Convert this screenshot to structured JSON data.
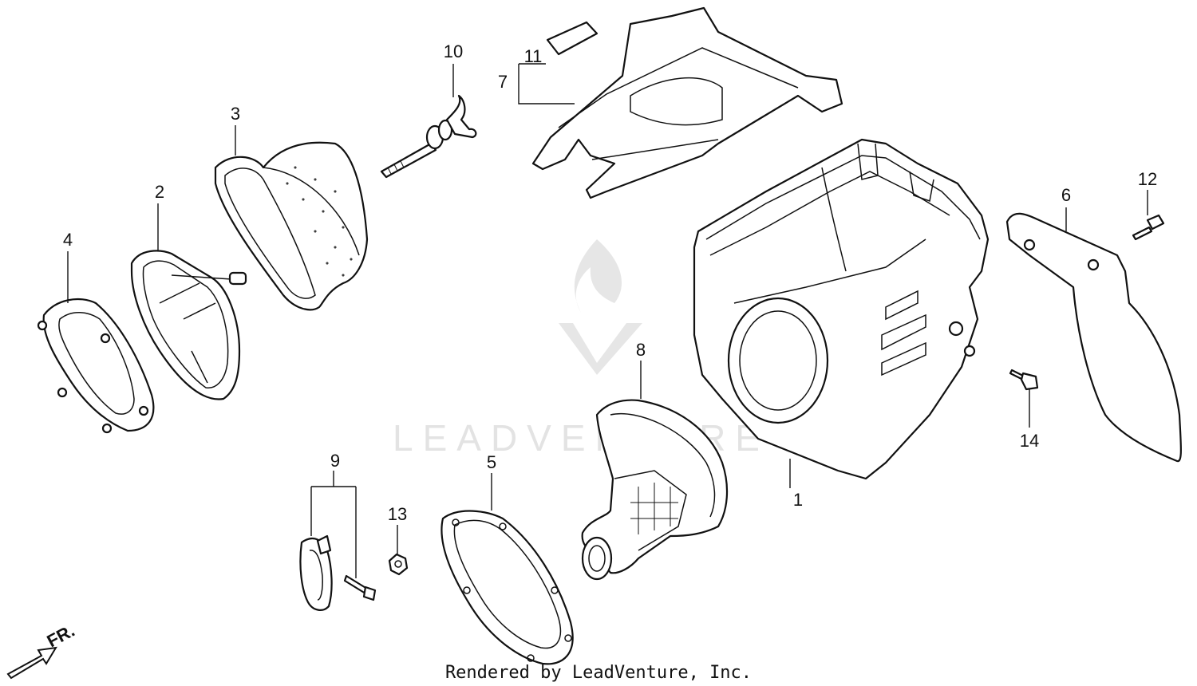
{
  "callouts": {
    "p1": "1",
    "p2": "2",
    "p3": "3",
    "p4": "4",
    "p5": "5",
    "p6": "6",
    "p7": "7",
    "p8": "8",
    "p9": "9",
    "p10": "10",
    "p11": "11",
    "p12": "12",
    "p13": "13",
    "p14": "14"
  },
  "direction_label": "FR.",
  "watermark": "LEADVENTURE",
  "footer": "Rendered by LeadVenture, Inc.",
  "colors": {
    "line": "#111111",
    "background": "#ffffff",
    "watermark": "#e3e3e3"
  }
}
